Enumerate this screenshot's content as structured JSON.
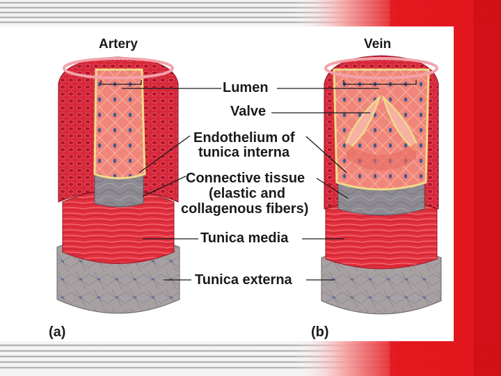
{
  "colors": {
    "slide_red": "#e4141b",
    "slide_dark_red": "#b10b10",
    "artery_wall": "#d6283a",
    "endothelium": "#f0867a",
    "connective": "#8d8a92",
    "media": "#e3303e",
    "externa": "#a8a1a4"
  },
  "figure": {
    "artery_title": "Artery",
    "vein_title": "Vein",
    "panel_a": "(a)",
    "panel_b": "(b)"
  },
  "labels": {
    "lumen": "Lumen",
    "valve": "Valve",
    "endothelium_line1": "Endothelium of",
    "endothelium_line2": "tunica interna",
    "connective_line1": "Connective tissue",
    "connective_line2": "(elastic and",
    "connective_line3": "collagenous fibers)",
    "tunica_media": "Tunica media",
    "tunica_externa": "Tunica externa"
  }
}
